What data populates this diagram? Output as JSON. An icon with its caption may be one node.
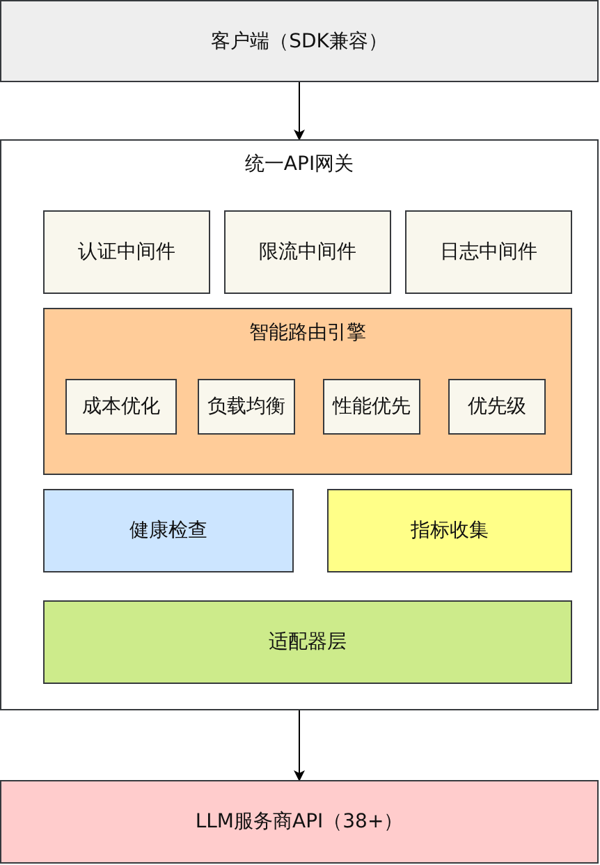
{
  "diagram": {
    "nodes": [
      {
        "text": [
          "客户端（SDK兼容）"
        ]
      },
      {
        "text": [
          "统一API网关"
        ]
      },
      {
        "text": [
          "认证中间件"
        ],
        "in": 1
      },
      {
        "text": [
          "限流中间件"
        ],
        "in": 1
      },
      {
        "text": [
          "日志中间件"
        ],
        "in": 1
      },
      {
        "text": [
          "智能路由引擎"
        ],
        "in": 1
      },
      {
        "text": [
          "成本优化"
        ],
        "in": 5
      },
      {
        "text": [
          "负载均衡"
        ],
        "in": 5
      },
      {
        "text": [
          "性能优先"
        ],
        "in": 5
      },
      {
        "text": [
          "优先级"
        ],
        "in": 5
      },
      {
        "text": [
          "健康检查"
        ],
        "in": 1
      },
      {
        "text": [
          "指标收集"
        ],
        "in": 1
      },
      {
        "text": [
          "适配器层"
        ],
        "in": 1
      },
      {
        "text": [
          "LLM服务商API（38+）"
        ]
      }
    ],
    "edges": [
      {
        "from": 0,
        "to": 1,
        "arrow": "to"
      },
      {
        "from": 1,
        "to": 13,
        "arrow": "to"
      }
    ]
  }
}
